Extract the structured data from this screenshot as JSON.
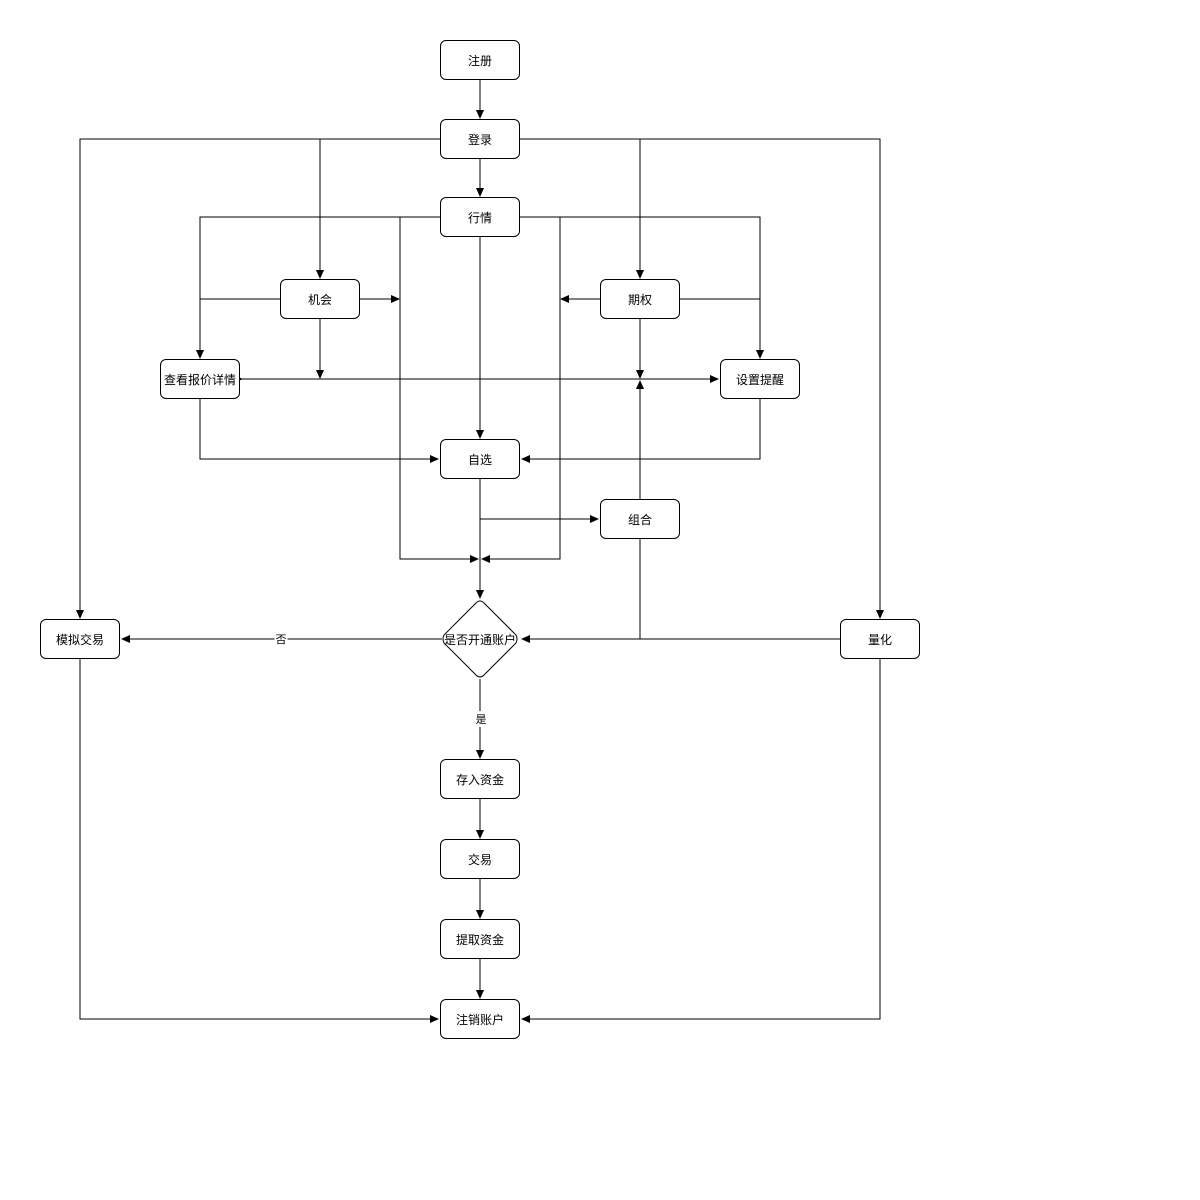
{
  "nodes": {
    "register": "注册",
    "login": "登录",
    "market": "行情",
    "opportunity": "机会",
    "options": "期权",
    "quote_detail": "查看报价详情",
    "set_alert": "设置提醒",
    "watchlist": "自选",
    "portfolio": "组合",
    "open_account": "是否开通账户",
    "sim_trade": "模拟交易",
    "quant": "量化",
    "deposit": "存入资金",
    "trade": "交易",
    "withdraw": "提取资金",
    "close_account": "注销账户"
  },
  "edge_labels": {
    "no": "否",
    "yes": "是"
  },
  "colors": {
    "stroke": "#000000",
    "fill": "#ffffff"
  }
}
